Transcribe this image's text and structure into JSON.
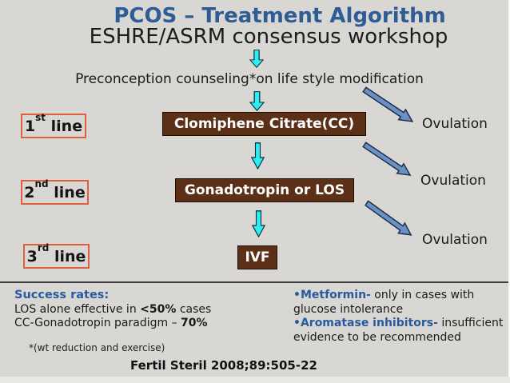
{
  "slide": {
    "title": "PCOS – Treatment Algorithm",
    "subtitle": "ESHRE/ASRM consensus workshop",
    "counseling": "Preconception counseling*on life style modification",
    "lines": [
      {
        "label_num": "1",
        "label_sup": "st",
        "label_rest": " line",
        "box": "Clomiphene Citrate(CC)",
        "outcome": "Ovulation"
      },
      {
        "label_num": "2",
        "label_sup": "nd",
        "label_rest": " line",
        "box": "Gonadotropin or LOS",
        "outcome": "Ovulation"
      },
      {
        "label_num": "3",
        "label_sup": "rd",
        "label_rest": " line",
        "box": "IVF",
        "outcome": "Ovulation"
      }
    ],
    "footer": {
      "success_title": "Success rates:",
      "line1_pre": "LOS alone effective in ",
      "line1_bold": "<50%",
      "line1_post": " cases",
      "line2_pre": "CC-Gonadotropin paradigm – ",
      "line2_bold": "70%",
      "note": "*(wt reduction and exercise)",
      "bullets": [
        {
          "term": "•Metformin-",
          "rest_line1": " only in cases with",
          "line2": "glucose intolerance"
        },
        {
          "term": "•Aromatase inhibitors-",
          "rest_line1": " insufficient",
          "line2": "evidence to be recommended"
        }
      ],
      "citation": "Fertil Steril 2008;89:505-22"
    },
    "colors": {
      "background": "#d8d7d4",
      "title_blue": "#2e5c94",
      "accent_blue": "#2a5a9c",
      "box_brown": "#5b3017",
      "label_border_red": "#dc5f3e",
      "arrow_cyan": "#2ceef2",
      "arrow_steel_blue": "#6b90c2"
    }
  }
}
